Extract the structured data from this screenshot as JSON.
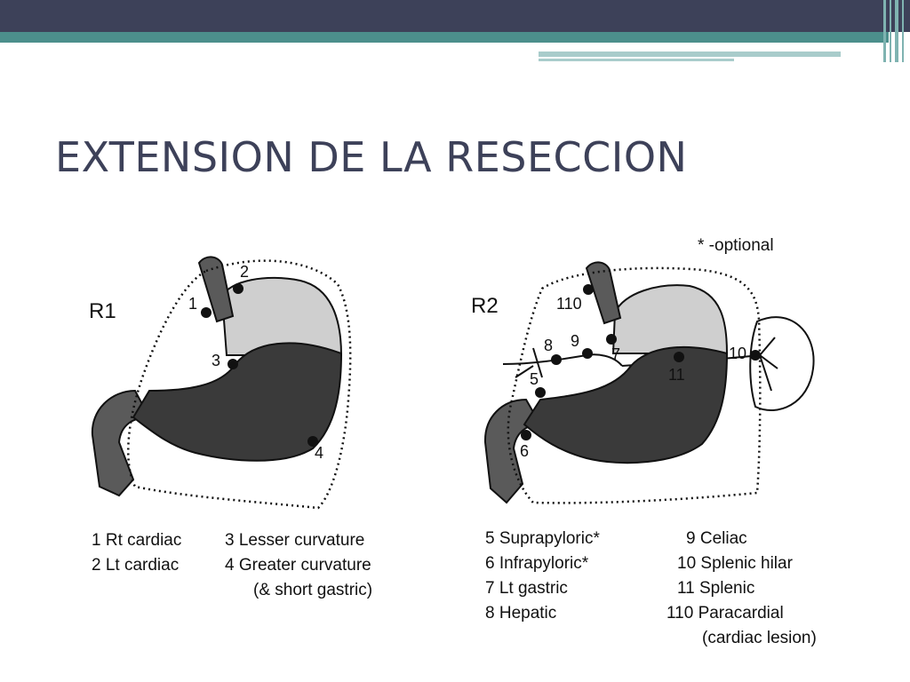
{
  "slide": {
    "title": "EXTENSION DE LA RESECCION"
  },
  "diagram": {
    "optional_note": "* -optional",
    "r1": {
      "label": "R1",
      "node_numbers": [
        "1",
        "2",
        "3",
        "4"
      ]
    },
    "r2": {
      "label": "R2",
      "node_numbers": [
        "110",
        "8",
        "9",
        "7",
        "5",
        "6",
        "10",
        "11"
      ]
    },
    "legend_r1": [
      "1 Rt cardiac",
      "2 Lt cardiac",
      "3 Lesser curvature",
      "4 Greater curvature",
      "(& short gastric)"
    ],
    "legend_r2_left": [
      "5 Suprapyloric*",
      "6 Infrapyloric*",
      "7 Lt gastric",
      "8 Hepatic"
    ],
    "legend_r2_right": [
      "9 Celiac",
      "10 Splenic hilar",
      "11 Splenic",
      "110 Paracardial",
      "(cardiac lesion)"
    ]
  }
}
